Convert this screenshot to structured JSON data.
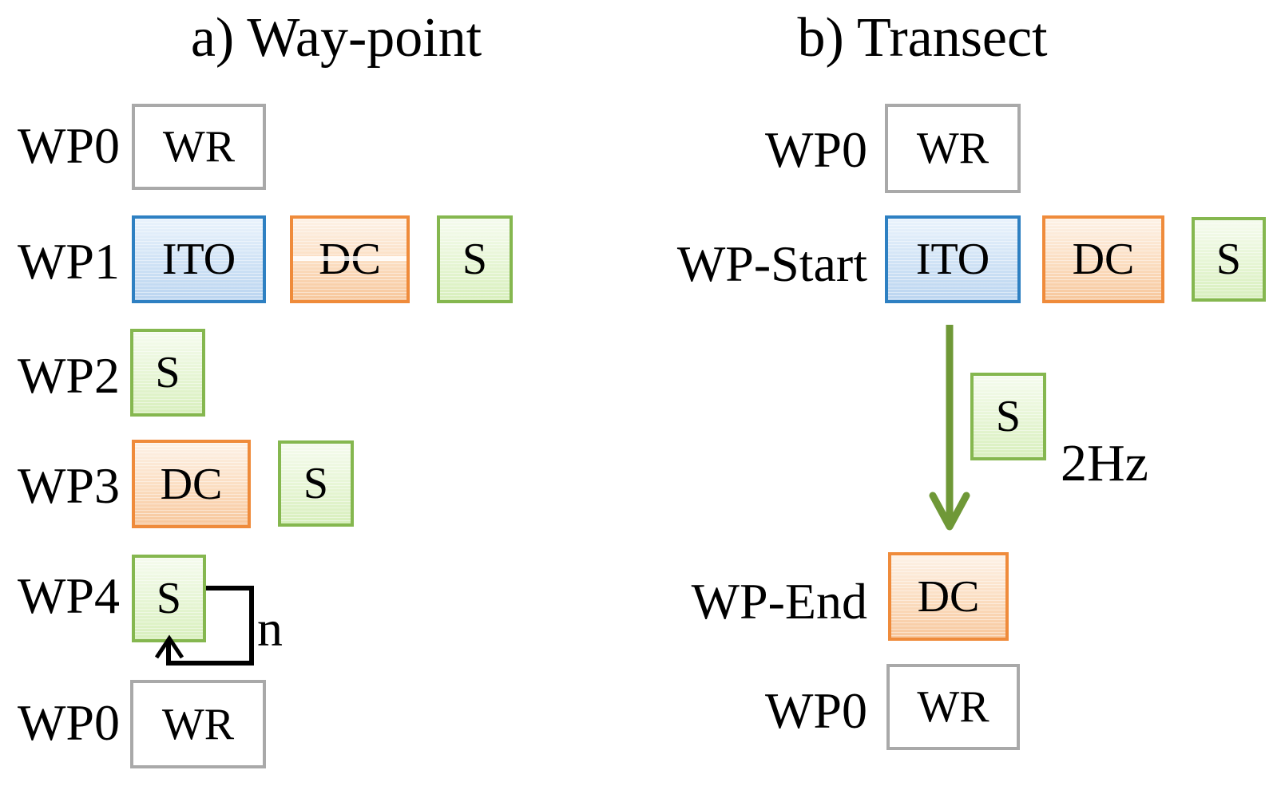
{
  "figure": {
    "description_visible_text_only": true
  },
  "colors": {
    "blue_border": "#2e80c2",
    "orange_border": "#ef8b3b",
    "green_border": "#85b74f",
    "gray_border": "#a9a9a9",
    "transect_arrow_green": "#6f9837",
    "loop_arrow_black": "#000000"
  },
  "panel_a": {
    "title": "a) Way-point",
    "rows": [
      {
        "label": "WP0",
        "boxes": [
          "WR"
        ]
      },
      {
        "label": "WP1",
        "boxes": [
          "ITO",
          "DC",
          "S"
        ]
      },
      {
        "label": "WP2",
        "boxes": [
          "S"
        ]
      },
      {
        "label": "WP3",
        "boxes": [
          "DC",
          "S"
        ]
      },
      {
        "label": "WP4",
        "boxes": [
          "S"
        ]
      },
      {
        "label": "WP0",
        "boxes": [
          "WR"
        ]
      }
    ],
    "loop": {
      "repeat_label": "n"
    }
  },
  "panel_b": {
    "title": "b) Transect",
    "rows": [
      {
        "label": "WP0",
        "boxes": [
          "WR"
        ]
      },
      {
        "label": "WP-Start",
        "boxes": [
          "ITO",
          "DC",
          "S"
        ]
      },
      {
        "label": "WP-End",
        "boxes": [
          "DC"
        ]
      },
      {
        "label": "WP0",
        "boxes": [
          "WR"
        ]
      }
    ],
    "arrow": {
      "sample_box": "S",
      "rate_label": "2Hz"
    }
  }
}
